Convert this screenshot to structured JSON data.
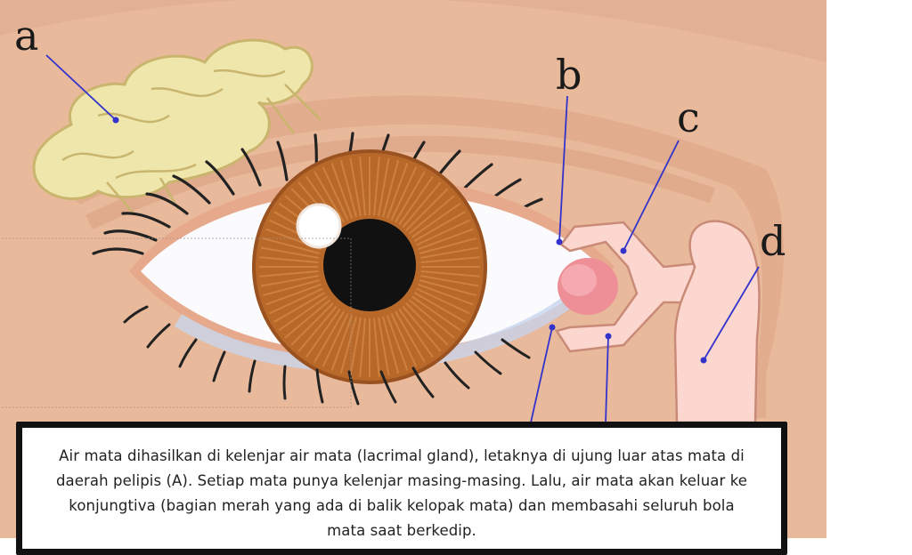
{
  "labels": {
    "a": "a",
    "b": "b",
    "c": "c",
    "d": "d"
  },
  "caption": "Air mata dihasilkan di kelenjar air mata (lacrimal gland), letaknya di ujung luar atas mata di daerah pelipis (A). Setiap mata punya kelenjar masing-masing. Lalu, air mata akan keluar ke konjungtiva (bagian merah yang ada di balik kelopak mata) dan membasahi seluruh bola mata saat berkedip.",
  "colors": {
    "skin": "#e8b89a",
    "skin_dark": "#d9a07e",
    "gland": "#eee4a8",
    "iris": "#b8692a",
    "pupil": "#111111",
    "duct": "#fbd7cf",
    "caruncle": "#ee8f98",
    "pointer": "#3333cc"
  }
}
